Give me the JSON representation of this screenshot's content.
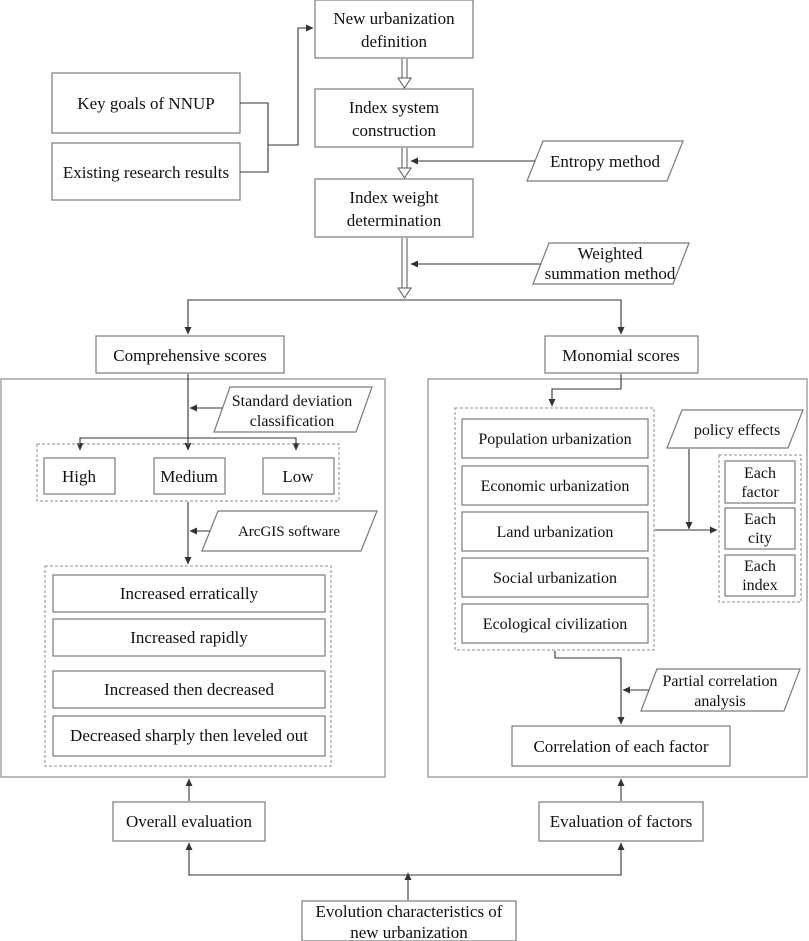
{
  "nodes": {
    "new_urbanization_definition": [
      "New urbanization",
      "definition"
    ],
    "key_goals": "Key goals of NNUP",
    "existing_research": "Existing research results",
    "index_system": [
      "Index system",
      "construction"
    ],
    "entropy_method": "Entropy method",
    "index_weight": [
      "Index weight",
      "determination"
    ],
    "weighted_summation": [
      "Weighted",
      "summation method"
    ],
    "comprehensive_scores": "Comprehensive scores",
    "monomial_scores": "Monomial scores",
    "std_dev_classification": [
      "Standard deviation",
      "classification"
    ],
    "levels": [
      "High",
      "Medium",
      "Low"
    ],
    "arcgis": "ArcGIS software",
    "trends": [
      "Increased erratically",
      "Increased rapidly",
      "Increased then decreased",
      "Decreased sharply then leveled out"
    ],
    "urbanization_types": [
      "Population urbanization",
      "Economic urbanization",
      "Land urbanization",
      "Social urbanization",
      "Ecological civilization"
    ],
    "policy_effects": "policy effects",
    "policy_targets": [
      [
        "Each",
        "factor"
      ],
      [
        "Each",
        "city"
      ],
      [
        "Each",
        "index"
      ]
    ],
    "partial_correlation": [
      "Partial correlation",
      "analysis"
    ],
    "correlation_each_factor": "Correlation of each factor",
    "overall_evaluation": "Overall evaluation",
    "evaluation_factors": "Evaluation of factors",
    "evolution_characteristics": [
      "Evolution characteristics of",
      "new urbanization"
    ]
  }
}
